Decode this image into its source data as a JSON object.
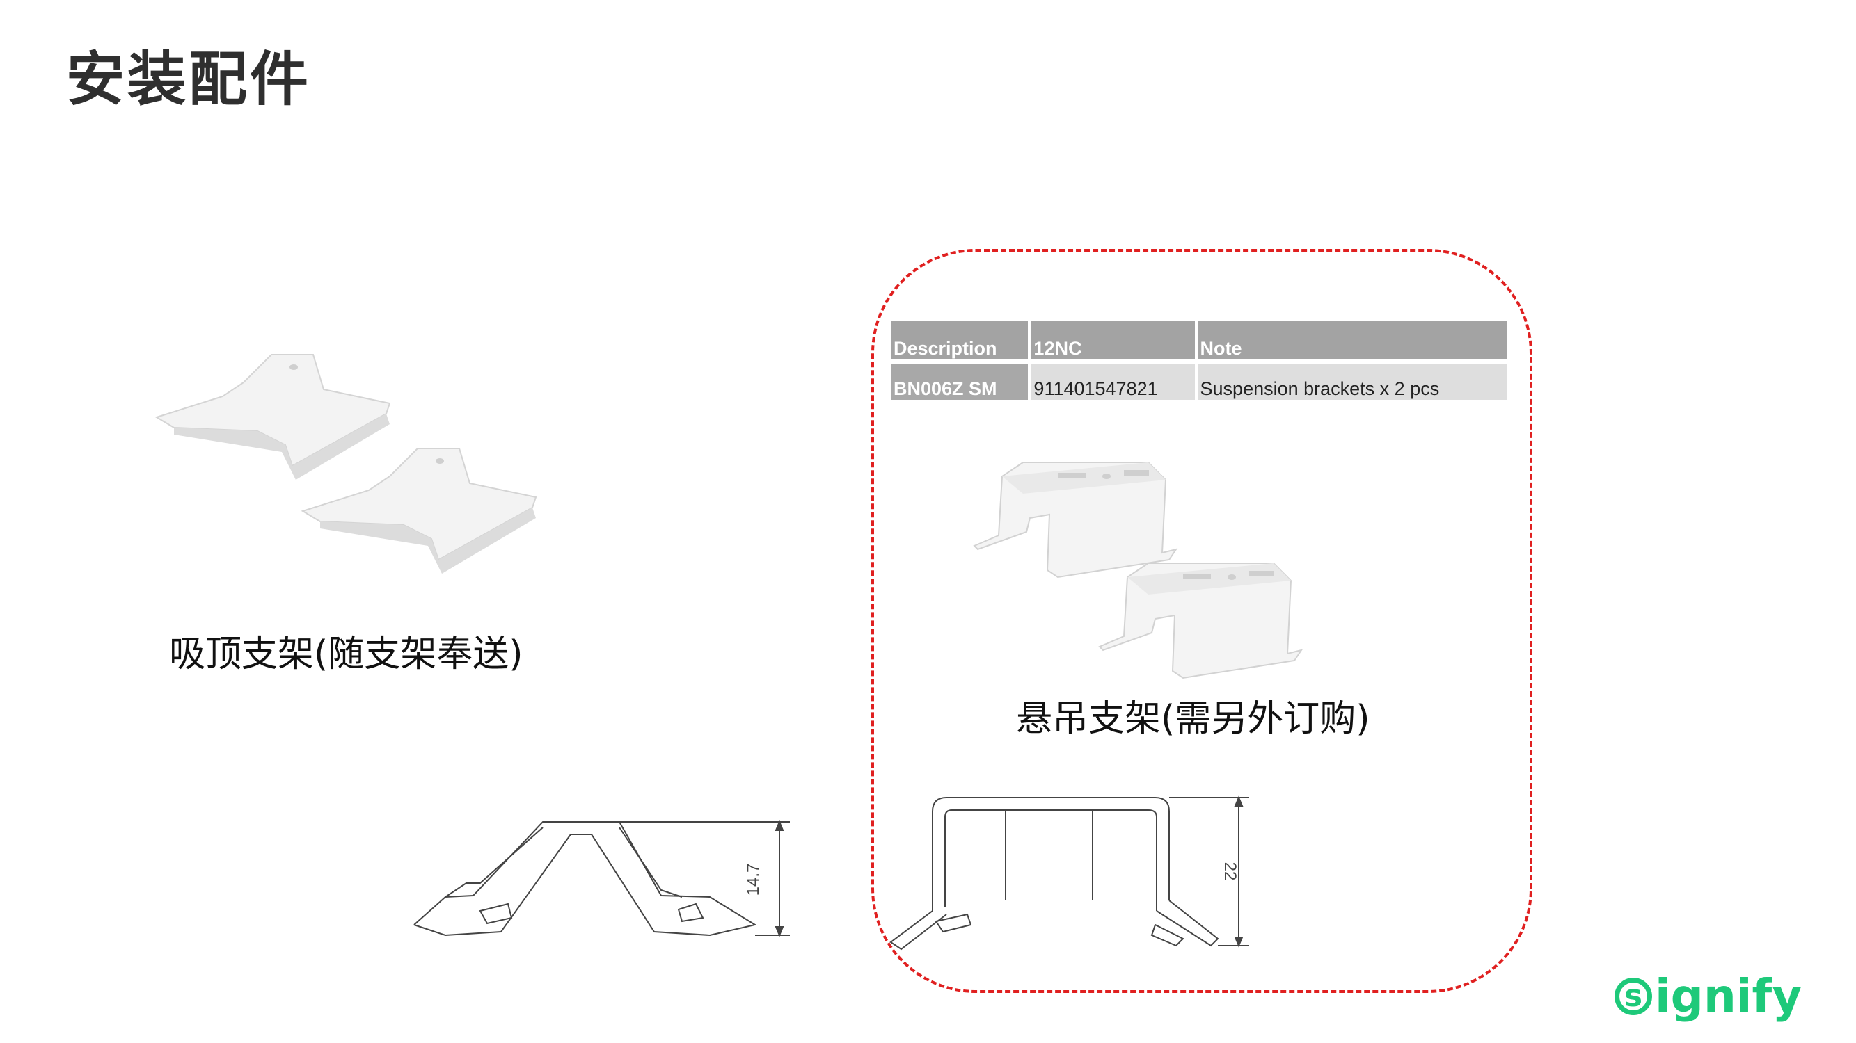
{
  "title": "安装配件",
  "ceiling_bracket": {
    "caption": "吸顶支架(随支架奉送)"
  },
  "suspension_bracket": {
    "caption": "悬吊支架(需另外订购)"
  },
  "table": {
    "headers": [
      "Description",
      "12NC",
      "Note"
    ],
    "rows": [
      [
        "BN006Z SM",
        "911401547821",
        "Suspension brackets x 2 pcs"
      ]
    ]
  },
  "drawings": {
    "ceiling_height_label": "14.7",
    "suspension_height_label": "22"
  },
  "logo": {
    "mark": "s",
    "text": "ignify",
    "color": "#1ec97a"
  },
  "colors": {
    "dashed_outline": "#e02020",
    "table_header": "#a3a3a3"
  }
}
